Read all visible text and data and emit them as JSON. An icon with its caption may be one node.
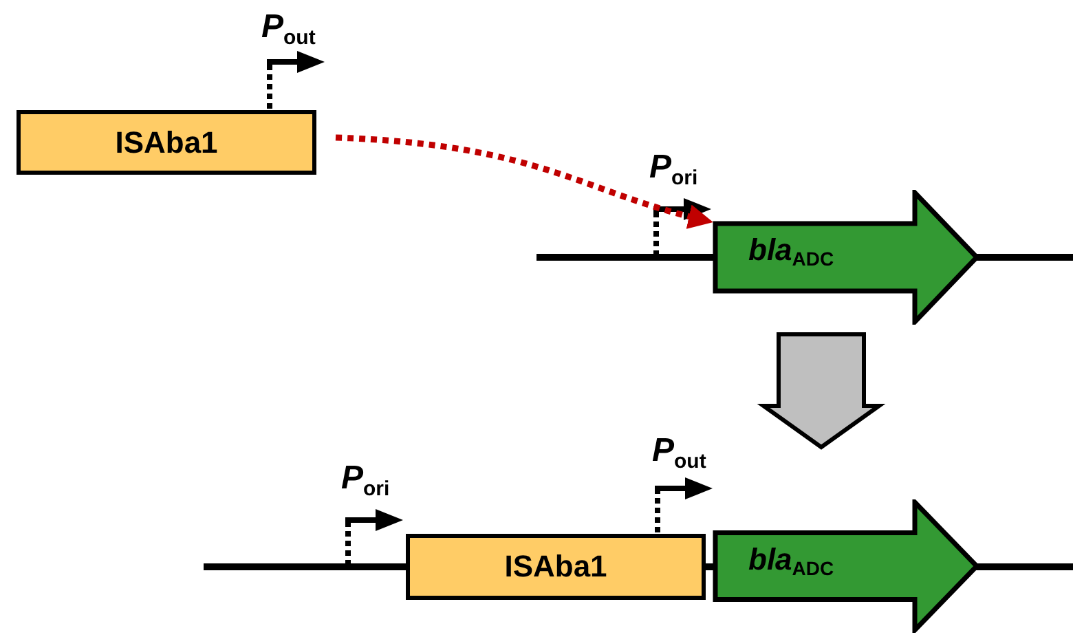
{
  "diagram": {
    "nodes": [
      {
        "text": [
          "ISAba1"
        ]
      },
      {
        "text": [
          "*bla*$_{ADC}$"
        ]
      },
      {
        "text": [
          "ISAba1"
        ]
      },
      {
        "text": [
          "*bla*$_{ADC}$"
        ]
      }
    ],
    "edges": [
      {
        "from": 0,
        "to": 1,
        "arrow": "to",
        "style": "dashed",
        "color": "#c00000"
      },
      {
        "from": 1,
        "to": 3,
        "arrow": "to",
        "style": "thick",
        "color": "#bfbfbf"
      }
    ],
    "labels": [
      "*P*$_{out}$",
      "*P*$_{ori}$",
      "*P*$_{ori}$",
      "*P*$_{out}$"
    ]
  }
}
